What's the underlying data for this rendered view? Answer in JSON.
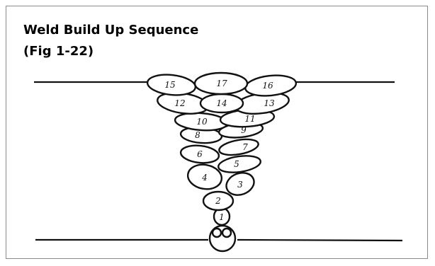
{
  "title": {
    "line1": "Weld Build Up Sequence",
    "line2": "(Fig 1-22)"
  },
  "beads": [
    {
      "n": "1"
    },
    {
      "n": "2"
    },
    {
      "n": "3"
    },
    {
      "n": "4"
    },
    {
      "n": "5"
    },
    {
      "n": "6"
    },
    {
      "n": "7"
    },
    {
      "n": "8"
    },
    {
      "n": "9"
    },
    {
      "n": "10"
    },
    {
      "n": "11"
    },
    {
      "n": "12"
    },
    {
      "n": "13"
    },
    {
      "n": "14"
    },
    {
      "n": "15"
    },
    {
      "n": "16"
    },
    {
      "n": "17"
    }
  ],
  "colors": {
    "ink": "#111111",
    "border": "#8a8a8a",
    "background": "#ffffff"
  }
}
